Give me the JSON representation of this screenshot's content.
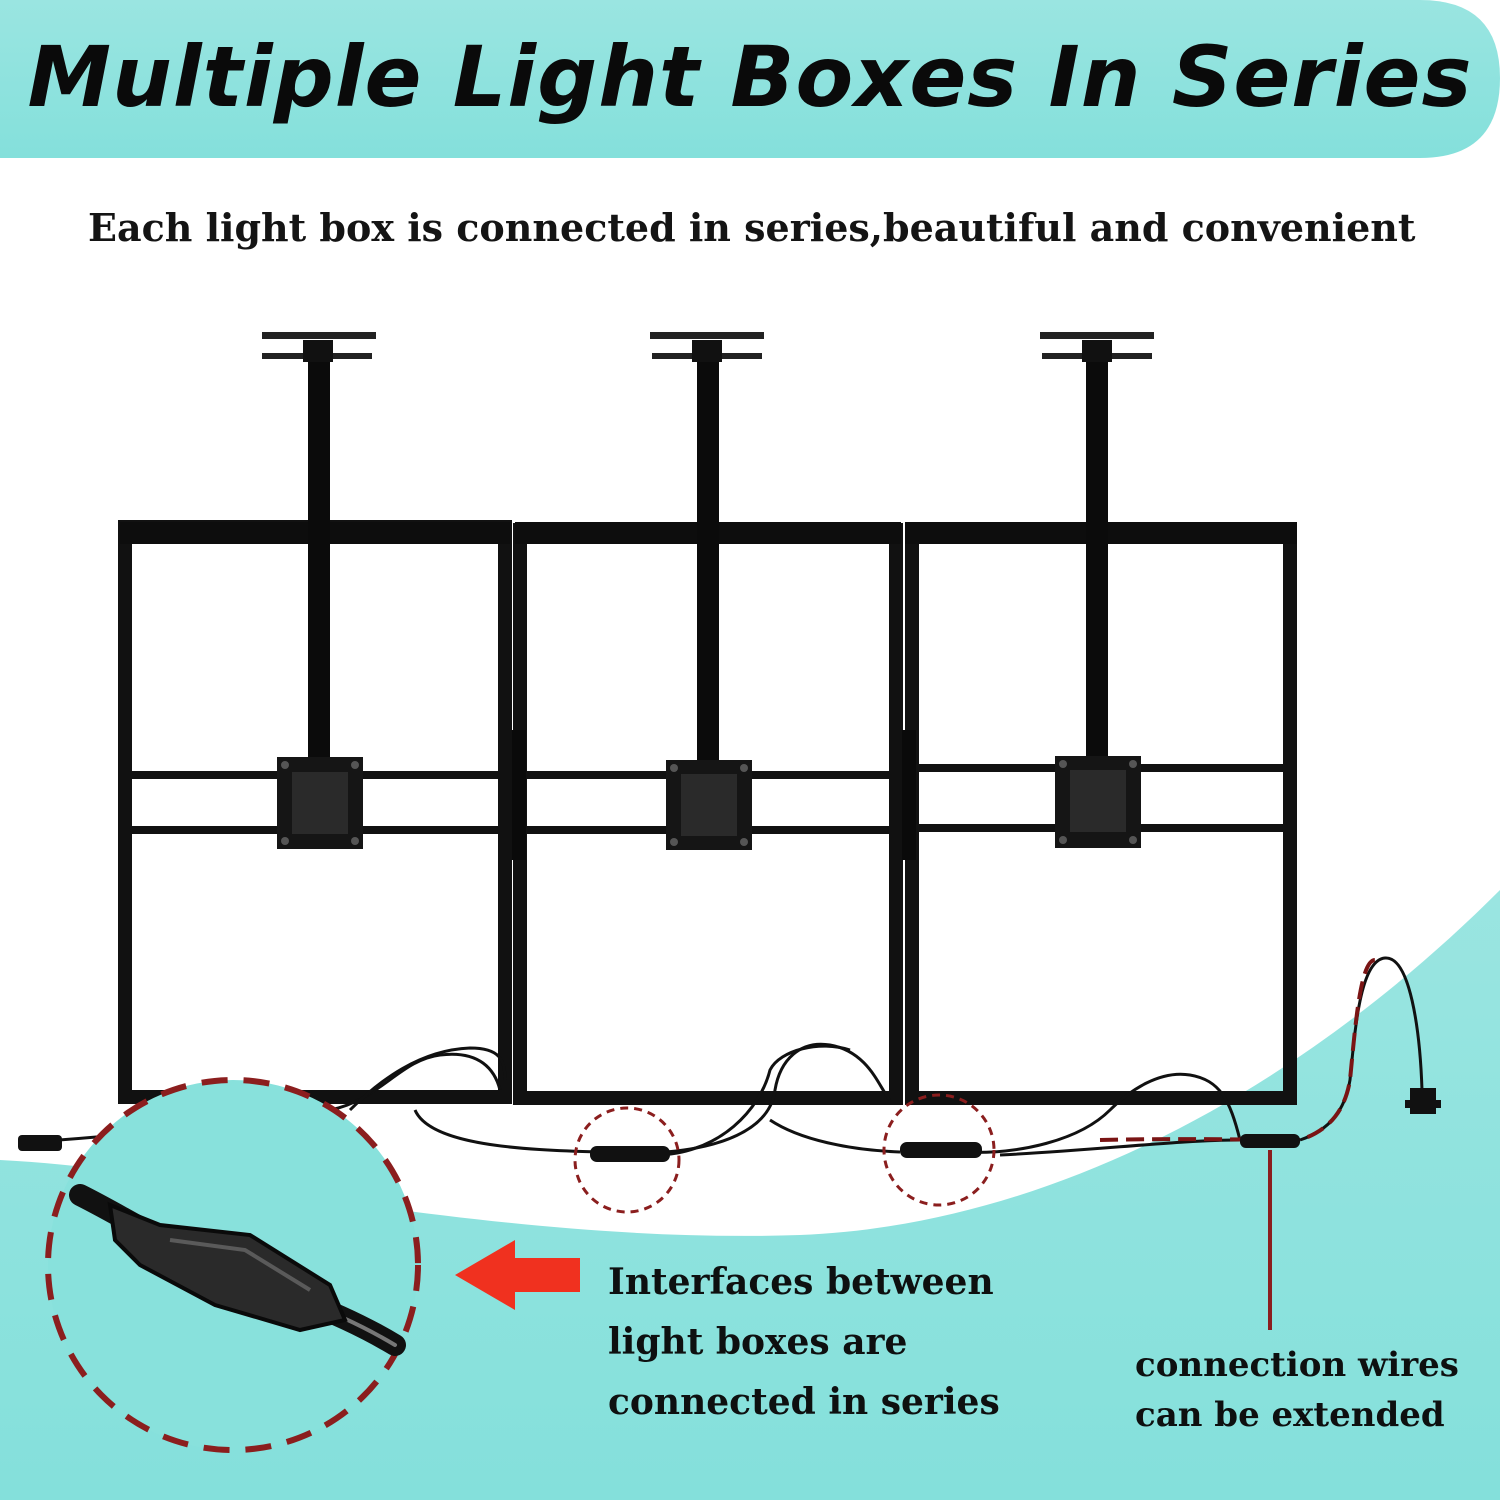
{
  "header": {
    "title": "Multiple Light Boxes In Series",
    "accent_color": "#8fe3de"
  },
  "subtitle": "Each light box is connected in series,beautiful and convenient",
  "callouts": {
    "interfaces": {
      "lines": [
        "Interfaces between",
        "light boxes are",
        "connected in series"
      ]
    },
    "wires": {
      "lines": [
        "connection wires",
        "can be extended"
      ]
    }
  },
  "colors": {
    "background_teal": "#8fe3de",
    "frame": "#111111",
    "arrow": "#f0311f",
    "dashed_circle": "#8b1e1e"
  },
  "icons": [
    "ceiling-mount-icon",
    "arrow-left-icon",
    "connector-plug-icon",
    "power-plug-icon"
  ]
}
